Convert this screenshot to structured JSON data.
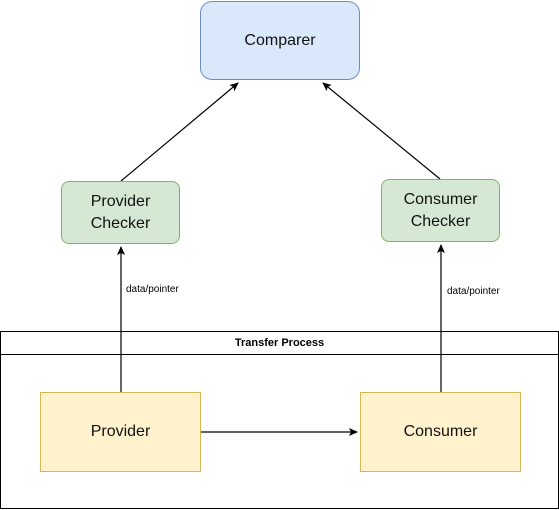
{
  "nodes": {
    "comparer": "Comparer",
    "provider_checker": "Provider\nChecker",
    "consumer_checker": "Consumer\nChecker",
    "provider": "Provider",
    "consumer": "Consumer"
  },
  "container": {
    "title": "Transfer Process"
  },
  "edges": {
    "provider_to_checker_label": "data/pointer",
    "consumer_to_checker_label": "data/pointer"
  },
  "colors": {
    "comparer_fill": "#dae8fc",
    "comparer_stroke": "#6c8ebf",
    "checker_fill": "#d5e8d4",
    "checker_stroke": "#82b366",
    "process_fill": "#fff2cc",
    "process_stroke": "#d6b656"
  }
}
